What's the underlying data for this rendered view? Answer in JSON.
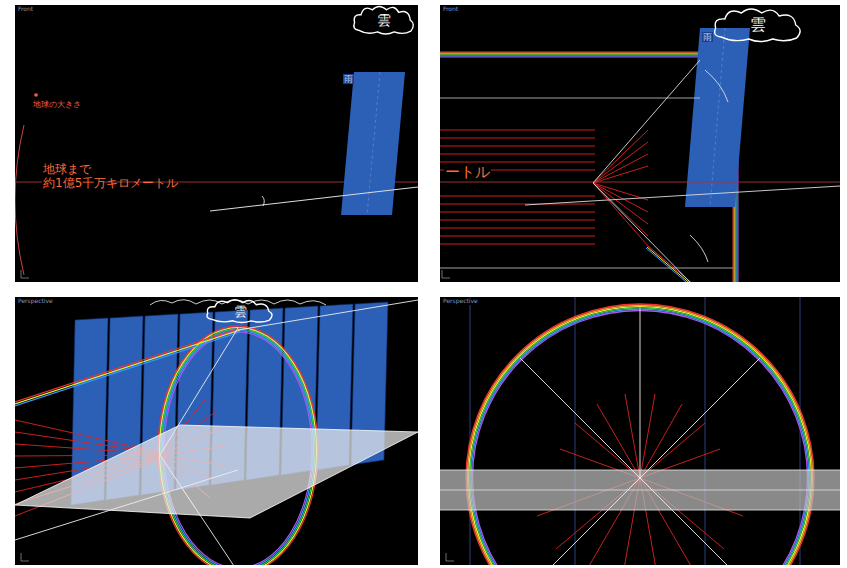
{
  "diagram": {
    "nodes": [
      {
        "text": [
          "雲"
        ]
      },
      {
        "text": [
          "雲"
        ]
      },
      {
        "text": [
          "雲"
        ]
      }
    ],
    "labels": [
      "Front",
      "地球の大きさ",
      "地球まで 約1億5千万キロメートル",
      "雨",
      "Front",
      "ートル",
      "雨",
      "Perspective",
      "Perspective"
    ]
  }
}
